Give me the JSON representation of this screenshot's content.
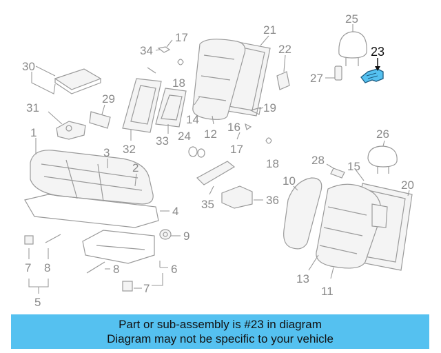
{
  "highlight_color": "#55c1f0",
  "highlighted_part": "23",
  "labels": {
    "p25": "25",
    "p23": "23",
    "p27": "27",
    "p21": "21",
    "p22": "22",
    "p17a": "17",
    "p34": "34",
    "p30": "30",
    "p18a": "18",
    "p29": "29",
    "p31": "31",
    "p14": "14",
    "p12": "12",
    "p16": "16",
    "p19": "19",
    "p32": "32",
    "p33": "33",
    "p24": "24",
    "p17b": "17",
    "p18b": "18",
    "p1": "1",
    "p3": "3",
    "p2": "2",
    "p4": "4",
    "p26": "26",
    "p28": "28",
    "p15": "15",
    "p20": "20",
    "p10": "10",
    "p35": "35",
    "p36": "36",
    "p9": "9",
    "p7a": "7",
    "p8a": "8",
    "p6": "6",
    "p8b": "8",
    "p7b": "7",
    "p5": "5",
    "p13": "13",
    "p11": "11"
  },
  "banner": {
    "line1": "Part or sub-assembly is #23 in diagram",
    "line2": "Diagram may not be specific to your vehicle"
  }
}
